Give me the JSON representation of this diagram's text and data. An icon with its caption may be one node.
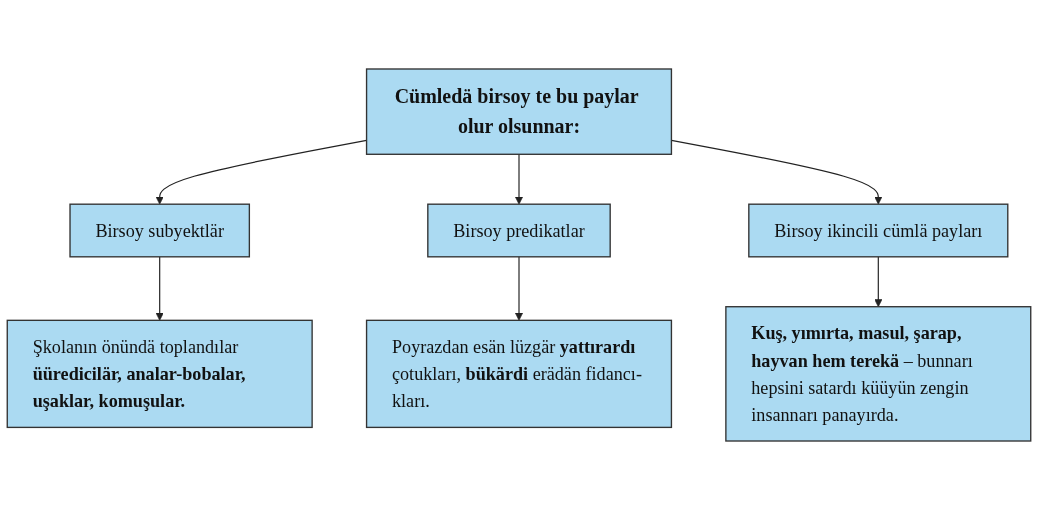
{
  "diagram": {
    "nodes": [
      {
        "text": [
          "Cümledä birsoy te bu paylar olur olsunnar:"
        ]
      },
      {
        "text": [
          "Birsoy subyektlär"
        ]
      },
      {
        "text": [
          "Birsoy predikatlar"
        ]
      },
      {
        "text": [
          "Birsoy ikincili cümlä payları"
        ]
      },
      {
        "text": [
          "Şkolanın önündä toplandılar **üüredicilär, analar-bobalar, uşaklar, komuşular.**"
        ]
      },
      {
        "text": [
          "Poyrazdan esän lüzgär **yattırardı** çotukları, **bükärdi** erädän fidancı-kları."
        ]
      },
      {
        "text": [
          "**Kuş, yımırta, masul, şarap, hayvan hem terekä** – bunnarı hepsini satardı küüyün zengin insannarı panayırda."
        ]
      }
    ],
    "edges": [
      {
        "from": 0,
        "to": 1,
        "arrow": "to"
      },
      {
        "from": 0,
        "to": 2,
        "arrow": "to"
      },
      {
        "from": 0,
        "to": 3,
        "arrow": "to"
      },
      {
        "from": 1,
        "to": 4,
        "arrow": "to"
      },
      {
        "from": 2,
        "to": 5,
        "arrow": "to"
      },
      {
        "from": 3,
        "to": 6,
        "arrow": "to"
      }
    ]
  }
}
